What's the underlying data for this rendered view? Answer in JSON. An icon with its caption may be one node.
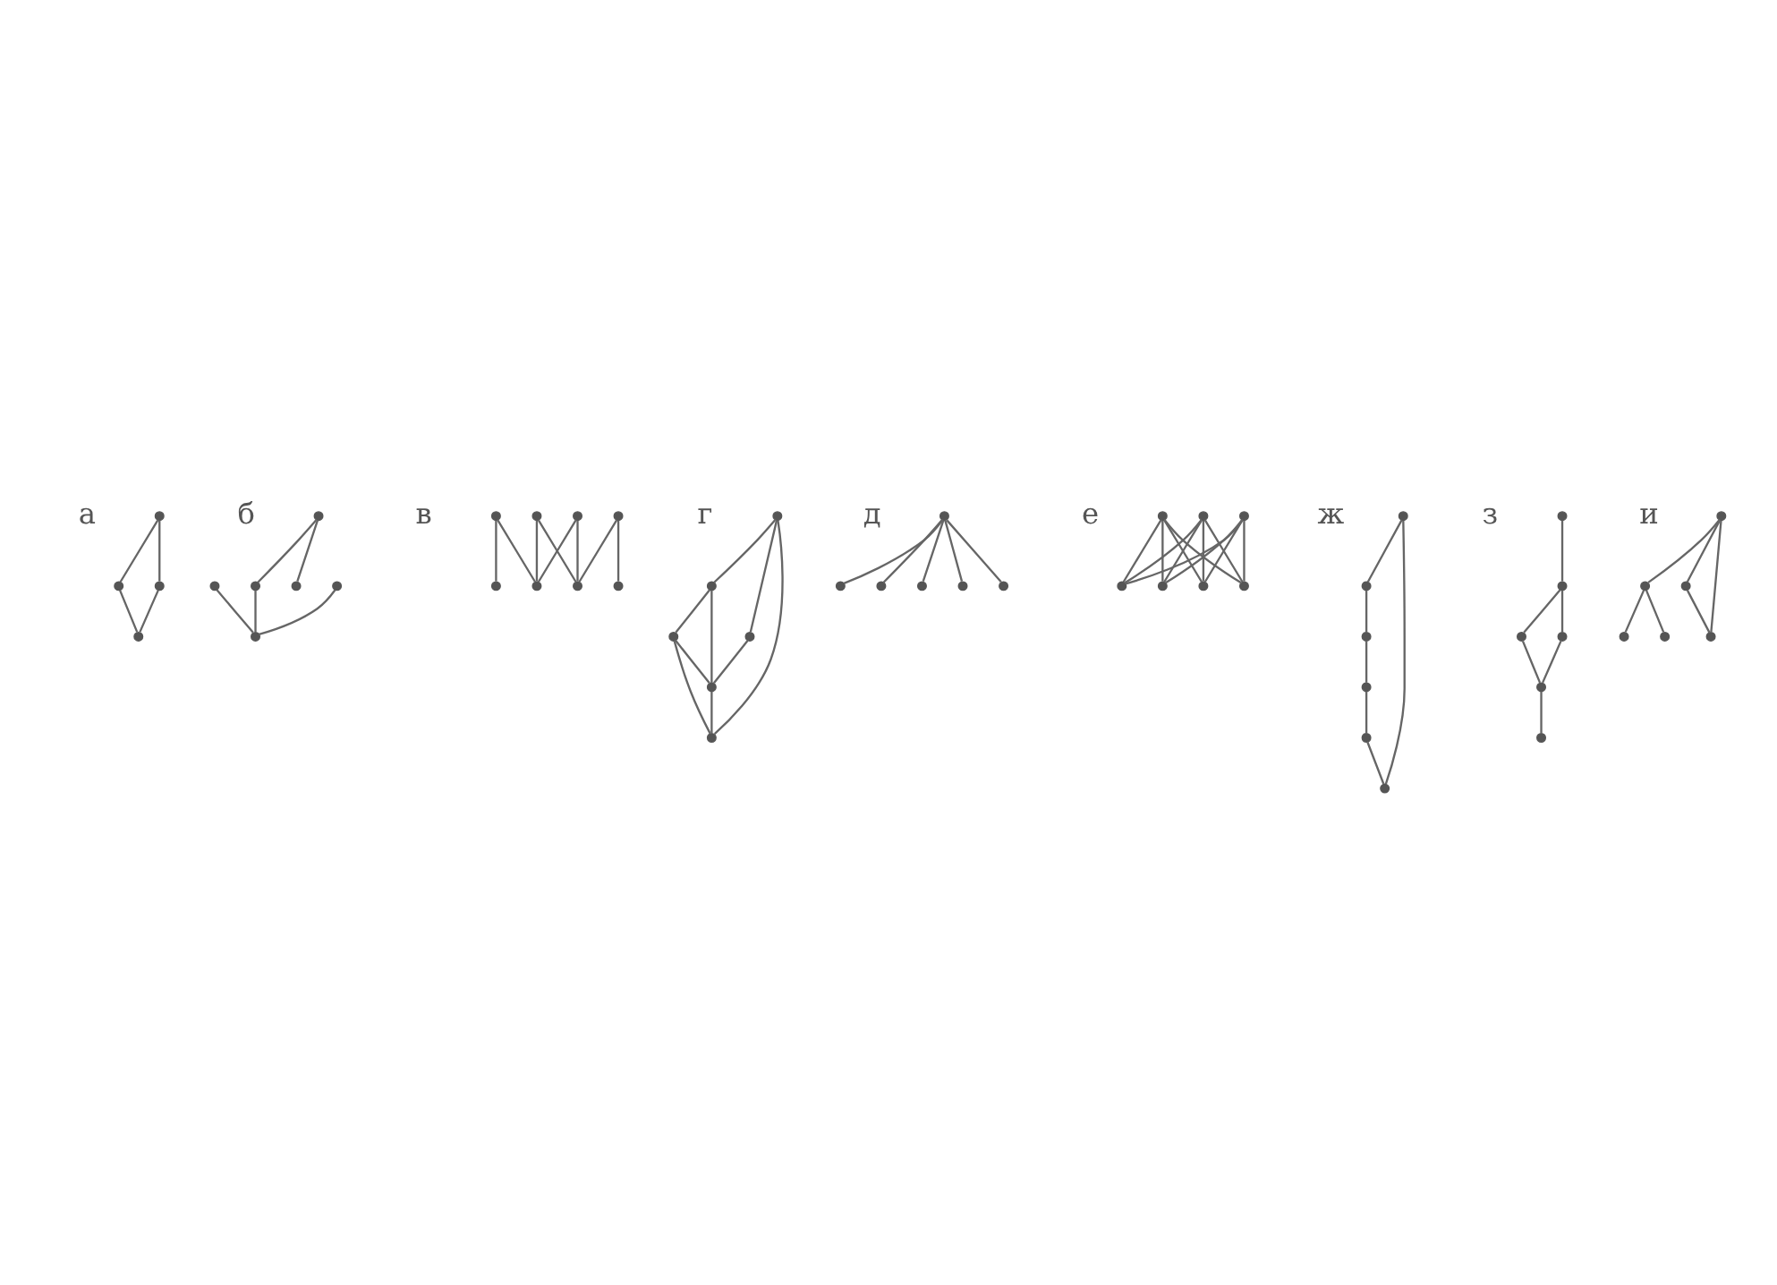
{
  "diagram": {
    "nodes": [
      {
        "text": [],
        "shape": "circle"
      },
      {
        "text": [],
        "shape": "circle"
      },
      {
        "text": [],
        "shape": "circle"
      },
      {
        "text": [],
        "shape": "circle"
      },
      {
        "text": [],
        "shape": "circle"
      },
      {
        "text": [],
        "shape": "circle"
      },
      {
        "text": [],
        "shape": "circle"
      },
      {
        "text": [],
        "shape": "circle"
      },
      {
        "text": [],
        "shape": "circle"
      },
      {
        "text": [],
        "shape": "circle"
      },
      {
        "text": [],
        "shape": "circle"
      },
      {
        "text": [],
        "shape": "circle"
      },
      {
        "text": [],
        "shape": "circle"
      },
      {
        "text": [],
        "shape": "circle"
      },
      {
        "text": [],
        "shape": "circle"
      },
      {
        "text": [],
        "shape": "circle"
      },
      {
        "text": [],
        "shape": "circle"
      },
      {
        "text": [],
        "shape": "circle"
      },
      {
        "text": [],
        "shape": "circle"
      },
      {
        "text": [],
        "shape": "circle"
      },
      {
        "text": [],
        "shape": "circle"
      },
      {
        "text": [],
        "shape": "circle"
      },
      {
        "text": [],
        "shape": "circle"
      },
      {
        "text": [],
        "shape": "circle"
      },
      {
        "text": [],
        "shape": "circle"
      },
      {
        "text": [],
        "shape": "circle"
      },
      {
        "text": [],
        "shape": "circle"
      },
      {
        "text": [],
        "shape": "circle"
      },
      {
        "text": [],
        "shape": "circle"
      },
      {
        "text": [],
        "shape": "circle"
      },
      {
        "text": [],
        "shape": "circle"
      },
      {
        "text": [],
        "shape": "circle"
      },
      {
        "text": [],
        "shape": "circle"
      },
      {
        "text": [],
        "shape": "circle"
      },
      {
        "text": [],
        "shape": "circle"
      },
      {
        "text": [],
        "shape": "circle"
      },
      {
        "text": [],
        "shape": "circle"
      },
      {
        "text": [],
        "shape": "circle"
      },
      {
        "text": [],
        "shape": "circle"
      },
      {
        "text": [],
        "shape": "circle"
      },
      {
        "text": [],
        "shape": "circle"
      },
      {
        "text": [],
        "shape": "circle"
      },
      {
        "text": [],
        "shape": "circle"
      },
      {
        "text": [],
        "shape": "circle"
      },
      {
        "text": [],
        "shape": "circle"
      },
      {
        "text": [],
        "shape": "circle"
      },
      {
        "text": [],
        "shape": "circle"
      },
      {
        "text": [],
        "shape": "circle"
      },
      {
        "text": [],
        "shape": "circle"
      },
      {
        "text": [],
        "shape": "circle"
      },
      {
        "text": [],
        "shape": "circle"
      },
      {
        "text": [],
        "shape": "circle"
      },
      {
        "text": [],
        "shape": "circle"
      },
      {
        "text": [],
        "shape": "circle"
      },
      {
        "text": [],
        "shape": "circle"
      }
    ],
    "edges": [
      {
        "from": 0,
        "to": 1,
        "arrow": "none"
      },
      {
        "from": 0,
        "to": 2,
        "arrow": "none"
      },
      {
        "from": 1,
        "to": 3,
        "arrow": "none"
      },
      {
        "from": 2,
        "to": 3,
        "arrow": "none"
      },
      {
        "from": 5,
        "to": 9,
        "arrow": "none"
      },
      {
        "from": 5,
        "to": 7,
        "arrow": "none"
      },
      {
        "from": 7,
        "to": 8,
        "arrow": "none"
      },
      {
        "from": 6,
        "to": 8,
        "arrow": "none"
      },
      {
        "from": 4,
        "to": 8,
        "arrow": "none"
      },
      {
        "from": 13,
        "to": 14,
        "arrow": "none"
      },
      {
        "from": 13,
        "to": 15,
        "arrow": "none"
      },
      {
        "from": 10,
        "to": 14,
        "arrow": "none"
      },
      {
        "from": 10,
        "to": 15,
        "arrow": "none"
      },
      {
        "from": 12,
        "to": 14,
        "arrow": "none"
      },
      {
        "from": 12,
        "to": 16,
        "arrow": "none"
      },
      {
        "from": 11,
        "to": 15,
        "arrow": "none"
      },
      {
        "from": 11,
        "to": 17,
        "arrow": "none"
      },
      {
        "from": 18,
        "to": 19,
        "arrow": "none"
      },
      {
        "from": 19,
        "to": 20,
        "arrow": "none"
      },
      {
        "from": 18,
        "to": 21,
        "arrow": "none"
      },
      {
        "from": 19,
        "to": 22,
        "arrow": "none"
      },
      {
        "from": 21,
        "to": 22,
        "arrow": "none"
      },
      {
        "from": 22,
        "to": 23,
        "arrow": "none"
      },
      {
        "from": 20,
        "to": 23,
        "arrow": "none"
      },
      {
        "from": 18,
        "to": 23,
        "arrow": "none"
      },
      {
        "from": 20,
        "to": 22,
        "arrow": "none"
      },
      {
        "from": 27,
        "to": 24,
        "arrow": "none"
      },
      {
        "from": 27,
        "to": 25,
        "arrow": "none"
      },
      {
        "from": 27,
        "to": 26,
        "arrow": "none"
      },
      {
        "from": 27,
        "to": 28,
        "arrow": "none"
      },
      {
        "from": 27,
        "to": 29,
        "arrow": "none"
      },
      {
        "from": 30,
        "to": 33,
        "arrow": "none"
      },
      {
        "from": 30,
        "to": 34,
        "arrow": "none"
      },
      {
        "from": 30,
        "to": 35,
        "arrow": "none"
      },
      {
        "from": 30,
        "to": 36,
        "arrow": "none"
      },
      {
        "from": 31,
        "to": 33,
        "arrow": "none"
      },
      {
        "from": 31,
        "to": 34,
        "arrow": "none"
      },
      {
        "from": 31,
        "to": 35,
        "arrow": "none"
      },
      {
        "from": 31,
        "to": 36,
        "arrow": "none"
      },
      {
        "from": 32,
        "to": 33,
        "arrow": "none"
      },
      {
        "from": 32,
        "to": 34,
        "arrow": "none"
      },
      {
        "from": 32,
        "to": 35,
        "arrow": "none"
      },
      {
        "from": 32,
        "to": 36,
        "arrow": "none"
      },
      {
        "from": 37,
        "to": 38,
        "arrow": "none"
      },
      {
        "from": 37,
        "to": 42,
        "arrow": "none"
      },
      {
        "from": 38,
        "to": 39,
        "arrow": "none"
      },
      {
        "from": 39,
        "to": 40,
        "arrow": "none"
      },
      {
        "from": 40,
        "to": 41,
        "arrow": "none"
      },
      {
        "from": 41,
        "to": 42,
        "arrow": "none"
      },
      {
        "from": 45,
        "to": 43,
        "arrow": "none"
      },
      {
        "from": 43,
        "to": 44,
        "arrow": "none"
      },
      {
        "from": 43,
        "to": 47,
        "arrow": "none"
      },
      {
        "from": 44,
        "to": 48,
        "arrow": "none"
      },
      {
        "from": 47,
        "to": 48,
        "arrow": "none"
      },
      {
        "from": 48,
        "to": 46,
        "arrow": "none"
      },
      {
        "from": 49,
        "to": 53,
        "arrow": "none"
      },
      {
        "from": 49,
        "to": 54,
        "arrow": "none"
      },
      {
        "from": 53,
        "to": 54,
        "arrow": "none"
      },
      {
        "from": 49,
        "to": 50,
        "arrow": "none"
      },
      {
        "from": 50,
        "to": 51,
        "arrow": "none"
      },
      {
        "from": 50,
        "to": 52,
        "arrow": "none"
      }
    ],
    "labels": [
      "а",
      "б",
      "в",
      "г",
      "д",
      "е",
      "ж",
      "з",
      "и"
    ]
  }
}
